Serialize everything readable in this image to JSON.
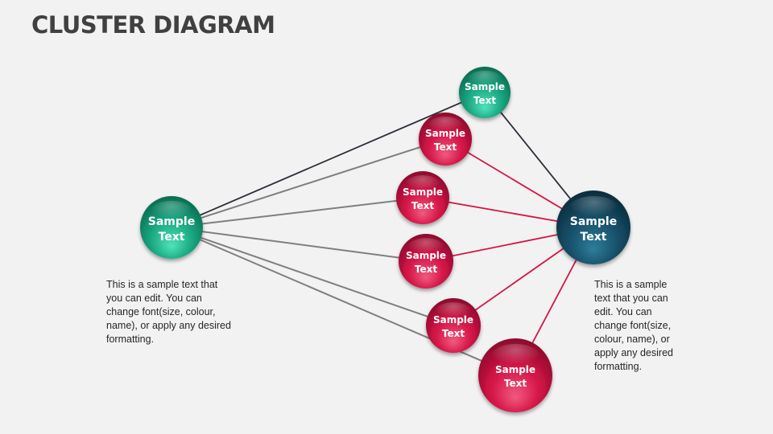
{
  "title": "CLUSTER DIAGRAM",
  "colors": {
    "green": "#1aa882",
    "green_light": "#4fe3b8",
    "green_dark": "#0b6e53",
    "red": "#d41446",
    "red_light": "#f05a7f",
    "red_dark": "#8e0c2e",
    "navy": "#17506a",
    "navy_light": "#2f7d99",
    "navy_dark": "#0b2e3e",
    "line_dark": "#2d2d3a",
    "line_gray": "#7f7f7f",
    "line_red": "#d41446"
  },
  "nodes": [
    {
      "id": "left-hub",
      "line1": "Sample",
      "line2": "Text",
      "color": "green"
    },
    {
      "id": "top-green",
      "line1": "Sample",
      "line2": "Text",
      "color": "green"
    },
    {
      "id": "red-1",
      "line1": "Sample",
      "line2": "Text",
      "color": "red"
    },
    {
      "id": "red-2",
      "line1": "Sample",
      "line2": "Text",
      "color": "red"
    },
    {
      "id": "red-3",
      "line1": "Sample",
      "line2": "Text",
      "color": "red"
    },
    {
      "id": "red-4",
      "line1": "Sample",
      "line2": "Text",
      "color": "red"
    },
    {
      "id": "red-5",
      "line1": "Sample",
      "line2": "Text",
      "color": "red"
    },
    {
      "id": "right-hub",
      "line1": "Sample",
      "line2": "Text",
      "color": "navy"
    }
  ],
  "edges": [
    {
      "from": "left-hub",
      "to": "top-green",
      "style": "line_dark"
    },
    {
      "from": "left-hub",
      "to": "red-1",
      "style": "line_gray"
    },
    {
      "from": "left-hub",
      "to": "red-2",
      "style": "line_gray"
    },
    {
      "from": "left-hub",
      "to": "red-3",
      "style": "line_gray"
    },
    {
      "from": "left-hub",
      "to": "red-4",
      "style": "line_gray"
    },
    {
      "from": "left-hub",
      "to": "red-5",
      "style": "line_gray"
    },
    {
      "from": "top-green",
      "to": "right-hub",
      "style": "line_dark"
    },
    {
      "from": "red-1",
      "to": "right-hub",
      "style": "line_red"
    },
    {
      "from": "red-2",
      "to": "right-hub",
      "style": "line_red"
    },
    {
      "from": "red-3",
      "to": "right-hub",
      "style": "line_red"
    },
    {
      "from": "red-4",
      "to": "right-hub",
      "style": "line_red"
    },
    {
      "from": "red-5",
      "to": "right-hub",
      "style": "line_red"
    }
  ],
  "descriptions": {
    "left": "This is a sample text that you can edit. You can change font(size, colour, name), or apply any desired formatting.",
    "right": "This is a sample text that you can edit. You can change font(size, colour, name), or apply any desired formatting."
  }
}
